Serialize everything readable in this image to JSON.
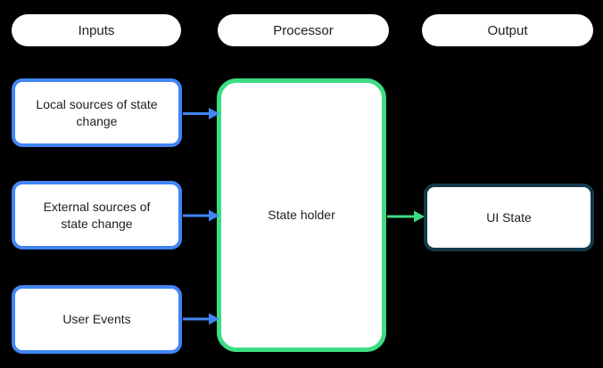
{
  "diagram": {
    "columns": [
      {
        "label": "Inputs"
      },
      {
        "label": "Processor"
      },
      {
        "label": "Output"
      }
    ],
    "inputs": [
      {
        "label": "Local sources of state\nchange"
      },
      {
        "label": "External sources of\nstate change"
      },
      {
        "label": "User Events"
      }
    ],
    "processor": {
      "label": "State holder"
    },
    "output": {
      "label": "UI State"
    },
    "colors": {
      "background": "#000000",
      "node_fill": "#ffffff",
      "text": "#202124",
      "input_border": "#4285f4",
      "processor_border": "#3ddc84",
      "output_border": "#14394a",
      "arrow_input": "#4285f4",
      "arrow_output": "#3ddc84"
    }
  }
}
